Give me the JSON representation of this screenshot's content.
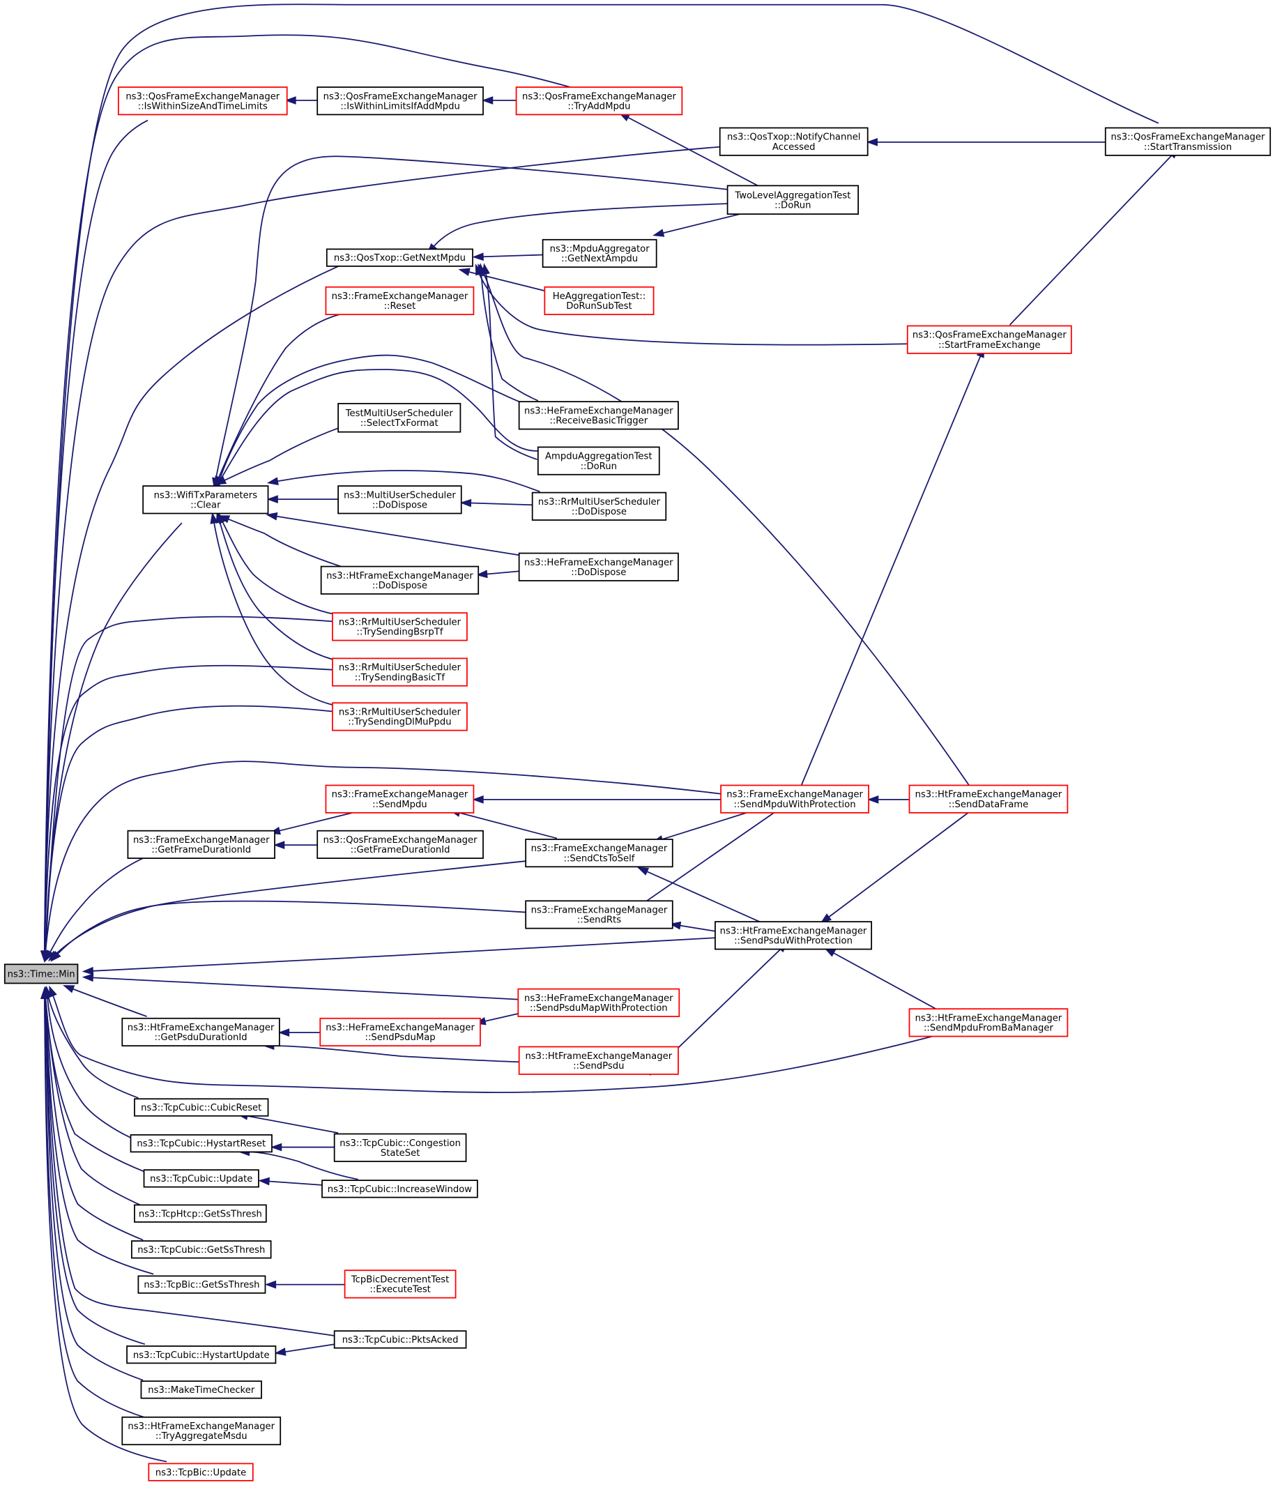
{
  "nodes": [
    {
      "id": "root",
      "lines": [
        "ns3::Time::Min"
      ],
      "style": "root",
      "link": false
    },
    {
      "id": "qfem_within_size",
      "lines": [
        "ns3::QosFrameExchangeManager",
        "::IsWithinSizeAndTimeLimits"
      ],
      "style": "red",
      "link": true
    },
    {
      "id": "qfem_within_limits",
      "lines": [
        "ns3::QosFrameExchangeManager",
        "::IsWithinLimitsIfAddMpdu"
      ],
      "style": "normal",
      "link": true
    },
    {
      "id": "qfem_tryaddmpdu",
      "lines": [
        "ns3::QosFrameExchangeManager",
        "::TryAddMpdu"
      ],
      "style": "red",
      "link": true
    },
    {
      "id": "qostxop_notify",
      "lines": [
        "ns3::QosTxop::NotifyChannel",
        "Accessed"
      ],
      "style": "normal",
      "link": true
    },
    {
      "id": "qfem_starttx",
      "lines": [
        "ns3::QosFrameExchangeManager",
        "::StartTransmission"
      ],
      "style": "normal",
      "link": true
    },
    {
      "id": "twolevel_dorun",
      "lines": [
        "TwoLevelAggregationTest",
        "::DoRun"
      ],
      "style": "normal",
      "link": true
    },
    {
      "id": "qostxop_getnext",
      "lines": [
        "ns3::QosTxop::GetNextMpdu"
      ],
      "style": "normal",
      "link": true
    },
    {
      "id": "mpduagg_getnext",
      "lines": [
        "ns3::MpduAggregator",
        "::GetNextAmpdu"
      ],
      "style": "normal",
      "link": true
    },
    {
      "id": "heagg_dorunsub",
      "lines": [
        "HeAggregationTest::",
        "DoRunSubTest"
      ],
      "style": "red",
      "link": true
    },
    {
      "id": "fem_reset",
      "lines": [
        "ns3::FrameExchangeManager",
        "::Reset"
      ],
      "style": "red",
      "link": true
    },
    {
      "id": "qfem_startfe",
      "lines": [
        "ns3::QosFrameExchangeManager",
        "::StartFrameExchange"
      ],
      "style": "red",
      "link": true
    },
    {
      "id": "testmus_select",
      "lines": [
        "TestMultiUserScheduler",
        "::SelectTxFormat"
      ],
      "style": "normal",
      "link": true
    },
    {
      "id": "hefem_recvbasic",
      "lines": [
        "ns3::HeFrameExchangeManager",
        "::ReceiveBasicTrigger"
      ],
      "style": "normal",
      "link": true
    },
    {
      "id": "ampdu_dorun",
      "lines": [
        "AmpduAggregationTest",
        "::DoRun"
      ],
      "style": "normal",
      "link": true
    },
    {
      "id": "wifitx_clear",
      "lines": [
        "ns3::WifiTxParameters",
        "::Clear"
      ],
      "style": "normal",
      "link": true
    },
    {
      "id": "mus_dodispose",
      "lines": [
        "ns3::MultiUserScheduler",
        "::DoDispose"
      ],
      "style": "normal",
      "link": true
    },
    {
      "id": "rrmus_dodispose",
      "lines": [
        "ns3::RrMultiUserScheduler",
        "::DoDispose"
      ],
      "style": "normal",
      "link": true
    },
    {
      "id": "htfem_dodispose",
      "lines": [
        "ns3::HtFrameExchangeManager",
        "::DoDispose"
      ],
      "style": "normal",
      "link": true
    },
    {
      "id": "hefem_dodispose",
      "lines": [
        "ns3::HeFrameExchangeManager",
        "::DoDispose"
      ],
      "style": "normal",
      "link": true
    },
    {
      "id": "rrmus_bsrp",
      "lines": [
        "ns3::RrMultiUserScheduler",
        "::TrySendingBsrpTf"
      ],
      "style": "red",
      "link": true
    },
    {
      "id": "rrmus_basic",
      "lines": [
        "ns3::RrMultiUserScheduler",
        "::TrySendingBasicTf"
      ],
      "style": "red",
      "link": true
    },
    {
      "id": "rrmus_dlmu",
      "lines": [
        "ns3::RrMultiUserScheduler",
        "::TrySendingDlMuPpdu"
      ],
      "style": "red",
      "link": true
    },
    {
      "id": "fem_sendmpdu",
      "lines": [
        "ns3::FrameExchangeManager",
        "::SendMpdu"
      ],
      "style": "red",
      "link": true
    },
    {
      "id": "fem_sendmpduwp",
      "lines": [
        "ns3::FrameExchangeManager",
        "::SendMpduWithProtection"
      ],
      "style": "red",
      "link": true
    },
    {
      "id": "htfem_senddata",
      "lines": [
        "ns3::HtFrameExchangeManager",
        "::SendDataFrame"
      ],
      "style": "red",
      "link": true
    },
    {
      "id": "fem_getdur",
      "lines": [
        "ns3::FrameExchangeManager",
        "::GetFrameDurationId"
      ],
      "style": "normal",
      "link": true
    },
    {
      "id": "qfem_getdur",
      "lines": [
        "ns3::QosFrameExchangeManager",
        "::GetFrameDurationId"
      ],
      "style": "normal",
      "link": true
    },
    {
      "id": "fem_sendcts",
      "lines": [
        "ns3::FrameExchangeManager",
        "::SendCtsToSelf"
      ],
      "style": "normal",
      "link": true
    },
    {
      "id": "fem_sendrts",
      "lines": [
        "ns3::FrameExchangeManager",
        "::SendRts"
      ],
      "style": "normal",
      "link": true
    },
    {
      "id": "htfem_sendpsduwp",
      "lines": [
        "ns3::HtFrameExchangeManager",
        "::SendPsduWithProtection"
      ],
      "style": "normal",
      "link": true
    },
    {
      "id": "hefem_sendpsdumapwp",
      "lines": [
        "ns3::HeFrameExchangeManager",
        "::SendPsduMapWithProtection"
      ],
      "style": "red",
      "link": true
    },
    {
      "id": "htfem_getpsdudur",
      "lines": [
        "ns3::HtFrameExchangeManager",
        "::GetPsduDurationId"
      ],
      "style": "normal",
      "link": true
    },
    {
      "id": "hefem_sendpsdumap",
      "lines": [
        "ns3::HeFrameExchangeManager",
        "::SendPsduMap"
      ],
      "style": "red",
      "link": true
    },
    {
      "id": "htfem_sendmpdufromba",
      "lines": [
        "ns3::HtFrameExchangeManager",
        "::SendMpduFromBaManager"
      ],
      "style": "red",
      "link": true
    },
    {
      "id": "htfem_sendpsdu",
      "lines": [
        "ns3::HtFrameExchangeManager",
        "::SendPsdu"
      ],
      "style": "red",
      "link": true
    },
    {
      "id": "tcpcubic_cubicreset",
      "lines": [
        "ns3::TcpCubic::CubicReset"
      ],
      "style": "normal",
      "link": true
    },
    {
      "id": "tcpcubic_congestion",
      "lines": [
        "ns3::TcpCubic::Congestion",
        "StateSet"
      ],
      "style": "normal",
      "link": true
    },
    {
      "id": "tcpcubic_hystartreset",
      "lines": [
        "ns3::TcpCubic::HystartReset"
      ],
      "style": "normal",
      "link": true
    },
    {
      "id": "tcpcubic_update",
      "lines": [
        "ns3::TcpCubic::Update"
      ],
      "style": "normal",
      "link": true
    },
    {
      "id": "tcpcubic_increase",
      "lines": [
        "ns3::TcpCubic::IncreaseWindow"
      ],
      "style": "normal",
      "link": true
    },
    {
      "id": "tcphtcp_getss",
      "lines": [
        "ns3::TcpHtcp::GetSsThresh"
      ],
      "style": "normal",
      "link": true
    },
    {
      "id": "tcpcubic_getss",
      "lines": [
        "ns3::TcpCubic::GetSsThresh"
      ],
      "style": "normal",
      "link": true
    },
    {
      "id": "tcpbic_getss",
      "lines": [
        "ns3::TcpBic::GetSsThresh"
      ],
      "style": "normal",
      "link": true
    },
    {
      "id": "tcpbicdec_exec",
      "lines": [
        "TcpBicDecrementTest",
        "::ExecuteTest"
      ],
      "style": "red",
      "link": true
    },
    {
      "id": "tcpcubic_pktsacked",
      "lines": [
        "ns3::TcpCubic::PktsAcked"
      ],
      "style": "normal",
      "link": true
    },
    {
      "id": "tcpcubic_hystartupd",
      "lines": [
        "ns3::TcpCubic::HystartUpdate"
      ],
      "style": "normal",
      "link": true
    },
    {
      "id": "maketimechecker",
      "lines": [
        "ns3::MakeTimeChecker"
      ],
      "style": "normal",
      "link": true
    },
    {
      "id": "htfem_tryaggmsdu",
      "lines": [
        "ns3::HtFrameExchangeManager",
        "::TryAggregateMsdu"
      ],
      "style": "normal",
      "link": true
    },
    {
      "id": "tcpbic_update",
      "lines": [
        "ns3::TcpBic::Update"
      ],
      "style": "red",
      "link": true
    }
  ],
  "edges": [
    {
      "from": "qfem_starttx",
      "to": "root"
    },
    {
      "from": "qfem_tryaddmpdu",
      "to": "root"
    },
    {
      "from": "qfem_within_size",
      "to": "root"
    },
    {
      "from": "qostxop_notify",
      "to": "root"
    },
    {
      "from": "qostxop_getnext",
      "to": "root"
    },
    {
      "from": "wifitx_clear",
      "to": "root"
    },
    {
      "from": "rrmus_bsrp",
      "to": "root"
    },
    {
      "from": "rrmus_basic",
      "to": "root"
    },
    {
      "from": "rrmus_dlmu",
      "to": "root"
    },
    {
      "from": "fem_sendmpduwp",
      "to": "root"
    },
    {
      "from": "fem_getdur",
      "to": "root"
    },
    {
      "from": "fem_sendcts",
      "to": "root"
    },
    {
      "from": "fem_sendrts",
      "to": "root"
    },
    {
      "from": "htfem_sendpsduwp",
      "to": "root"
    },
    {
      "from": "hefem_sendpsdumapwp",
      "to": "root"
    },
    {
      "from": "htfem_getpsdudur",
      "to": "root"
    },
    {
      "from": "htfem_sendmpdufromba",
      "to": "root"
    },
    {
      "from": "tcpcubic_cubicreset",
      "to": "root"
    },
    {
      "from": "tcpcubic_hystartreset",
      "to": "root"
    },
    {
      "from": "tcpcubic_update",
      "to": "root"
    },
    {
      "from": "tcphtcp_getss",
      "to": "root"
    },
    {
      "from": "tcpcubic_getss",
      "to": "root"
    },
    {
      "from": "tcpbic_getss",
      "to": "root"
    },
    {
      "from": "tcpcubic_pktsacked",
      "to": "root"
    },
    {
      "from": "tcpcubic_hystartupd",
      "to": "root"
    },
    {
      "from": "maketimechecker",
      "to": "root"
    },
    {
      "from": "htfem_tryaggmsdu",
      "to": "root"
    },
    {
      "from": "tcpbic_update",
      "to": "root"
    },
    {
      "from": "qfem_within_limits",
      "to": "qfem_within_size"
    },
    {
      "from": "qfem_tryaddmpdu",
      "to": "qfem_within_limits"
    },
    {
      "from": "twolevel_dorun",
      "to": "qfem_tryaddmpdu"
    },
    {
      "from": "qfem_starttx",
      "to": "qostxop_notify"
    },
    {
      "from": "qfem_startfe",
      "to": "qfem_starttx"
    },
    {
      "from": "twolevel_dorun",
      "to": "qostxop_getnext"
    },
    {
      "from": "mpduagg_getnext",
      "to": "qostxop_getnext"
    },
    {
      "from": "heagg_dorunsub",
      "to": "qostxop_getnext"
    },
    {
      "from": "qfem_startfe",
      "to": "qostxop_getnext"
    },
    {
      "from": "hefem_recvbasic",
      "to": "qostxop_getnext"
    },
    {
      "from": "ampdu_dorun",
      "to": "qostxop_getnext"
    },
    {
      "from": "htfem_senddata",
      "to": "qostxop_getnext"
    },
    {
      "from": "twolevel_dorun",
      "to": "mpduagg_getnext"
    },
    {
      "from": "fem_reset",
      "to": "wifitx_clear"
    },
    {
      "from": "twolevel_dorun",
      "to": "wifitx_clear"
    },
    {
      "from": "testmus_select",
      "to": "wifitx_clear"
    },
    {
      "from": "hefem_recvbasic",
      "to": "wifitx_clear"
    },
    {
      "from": "ampdu_dorun",
      "to": "wifitx_clear"
    },
    {
      "from": "mus_dodispose",
      "to": "wifitx_clear"
    },
    {
      "from": "rrmus_dodispose",
      "to": "wifitx_clear"
    },
    {
      "from": "htfem_dodispose",
      "to": "wifitx_clear"
    },
    {
      "from": "hefem_dodispose",
      "to": "wifitx_clear"
    },
    {
      "from": "rrmus_bsrp",
      "to": "wifitx_clear"
    },
    {
      "from": "rrmus_basic",
      "to": "wifitx_clear"
    },
    {
      "from": "rrmus_dlmu",
      "to": "wifitx_clear"
    },
    {
      "from": "rrmus_dodispose",
      "to": "mus_dodispose"
    },
    {
      "from": "hefem_dodispose",
      "to": "htfem_dodispose"
    },
    {
      "from": "fem_sendmpduwp",
      "to": "qfem_startfe"
    },
    {
      "from": "fem_sendmpduwp",
      "to": "fem_sendmpdu"
    },
    {
      "from": "fem_sendcts",
      "to": "fem_sendmpdu"
    },
    {
      "from": "htfem_senddata",
      "to": "fem_sendmpduwp"
    },
    {
      "from": "fem_sendmpdu",
      "to": "fem_getdur"
    },
    {
      "from": "qfem_getdur",
      "to": "fem_getdur"
    },
    {
      "from": "fem_sendmpduwp",
      "to": "fem_sendcts"
    },
    {
      "from": "htfem_sendpsduwp",
      "to": "fem_sendcts"
    },
    {
      "from": "fem_sendmpduwp",
      "to": "fem_sendrts"
    },
    {
      "from": "htfem_sendpsduwp",
      "to": "fem_sendrts"
    },
    {
      "from": "htfem_senddata",
      "to": "htfem_sendpsduwp"
    },
    {
      "from": "htfem_sendmpdufromba",
      "to": "htfem_sendpsduwp"
    },
    {
      "from": "htfem_sendpsdu",
      "to": "htfem_sendpsduwp"
    },
    {
      "from": "hefem_sendpsdumapwp",
      "to": "hefem_sendpsdumap"
    },
    {
      "from": "hefem_sendpsdumap",
      "to": "htfem_getpsdudur"
    },
    {
      "from": "htfem_sendpsdu",
      "to": "htfem_getpsdudur"
    },
    {
      "from": "tcpcubic_congestion",
      "to": "tcpcubic_cubicreset"
    },
    {
      "from": "tcpcubic_congestion",
      "to": "tcpcubic_hystartreset"
    },
    {
      "from": "tcpcubic_increase",
      "to": "tcpcubic_hystartreset"
    },
    {
      "from": "tcpcubic_increase",
      "to": "tcpcubic_update"
    },
    {
      "from": "tcpbicdec_exec",
      "to": "tcpbic_getss"
    },
    {
      "from": "tcpcubic_pktsacked",
      "to": "tcpcubic_hystartupd"
    }
  ],
  "colors": {
    "edge": "#191970",
    "red_border": "#ff0000",
    "black_border": "#000000",
    "root_fill": "#bfbfbf",
    "background": "#ffffff"
  }
}
